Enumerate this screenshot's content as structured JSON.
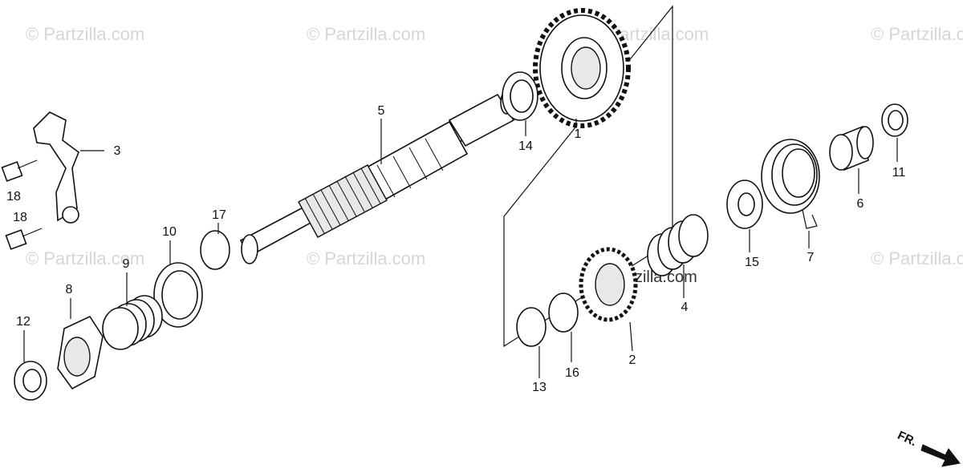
{
  "watermark": {
    "text": "© Partzilla.com"
  },
  "callouts": [
    {
      "id": "1",
      "text": "1"
    },
    {
      "id": "2",
      "text": "2"
    },
    {
      "id": "3",
      "text": "3"
    },
    {
      "id": "4",
      "text": "4"
    },
    {
      "id": "5",
      "text": "5"
    },
    {
      "id": "6",
      "text": "6"
    },
    {
      "id": "7",
      "text": "7"
    },
    {
      "id": "8",
      "text": "8"
    },
    {
      "id": "9",
      "text": "9"
    },
    {
      "id": "10",
      "text": "10"
    },
    {
      "id": "11",
      "text": "11"
    },
    {
      "id": "12",
      "text": "12"
    },
    {
      "id": "13",
      "text": "13"
    },
    {
      "id": "14",
      "text": "14"
    },
    {
      "id": "15",
      "text": "15"
    },
    {
      "id": "16",
      "text": "16"
    },
    {
      "id": "17",
      "text": "17"
    },
    {
      "id": "18a",
      "text": "18"
    },
    {
      "id": "18b",
      "text": "18"
    }
  ],
  "direction_label": "FR."
}
